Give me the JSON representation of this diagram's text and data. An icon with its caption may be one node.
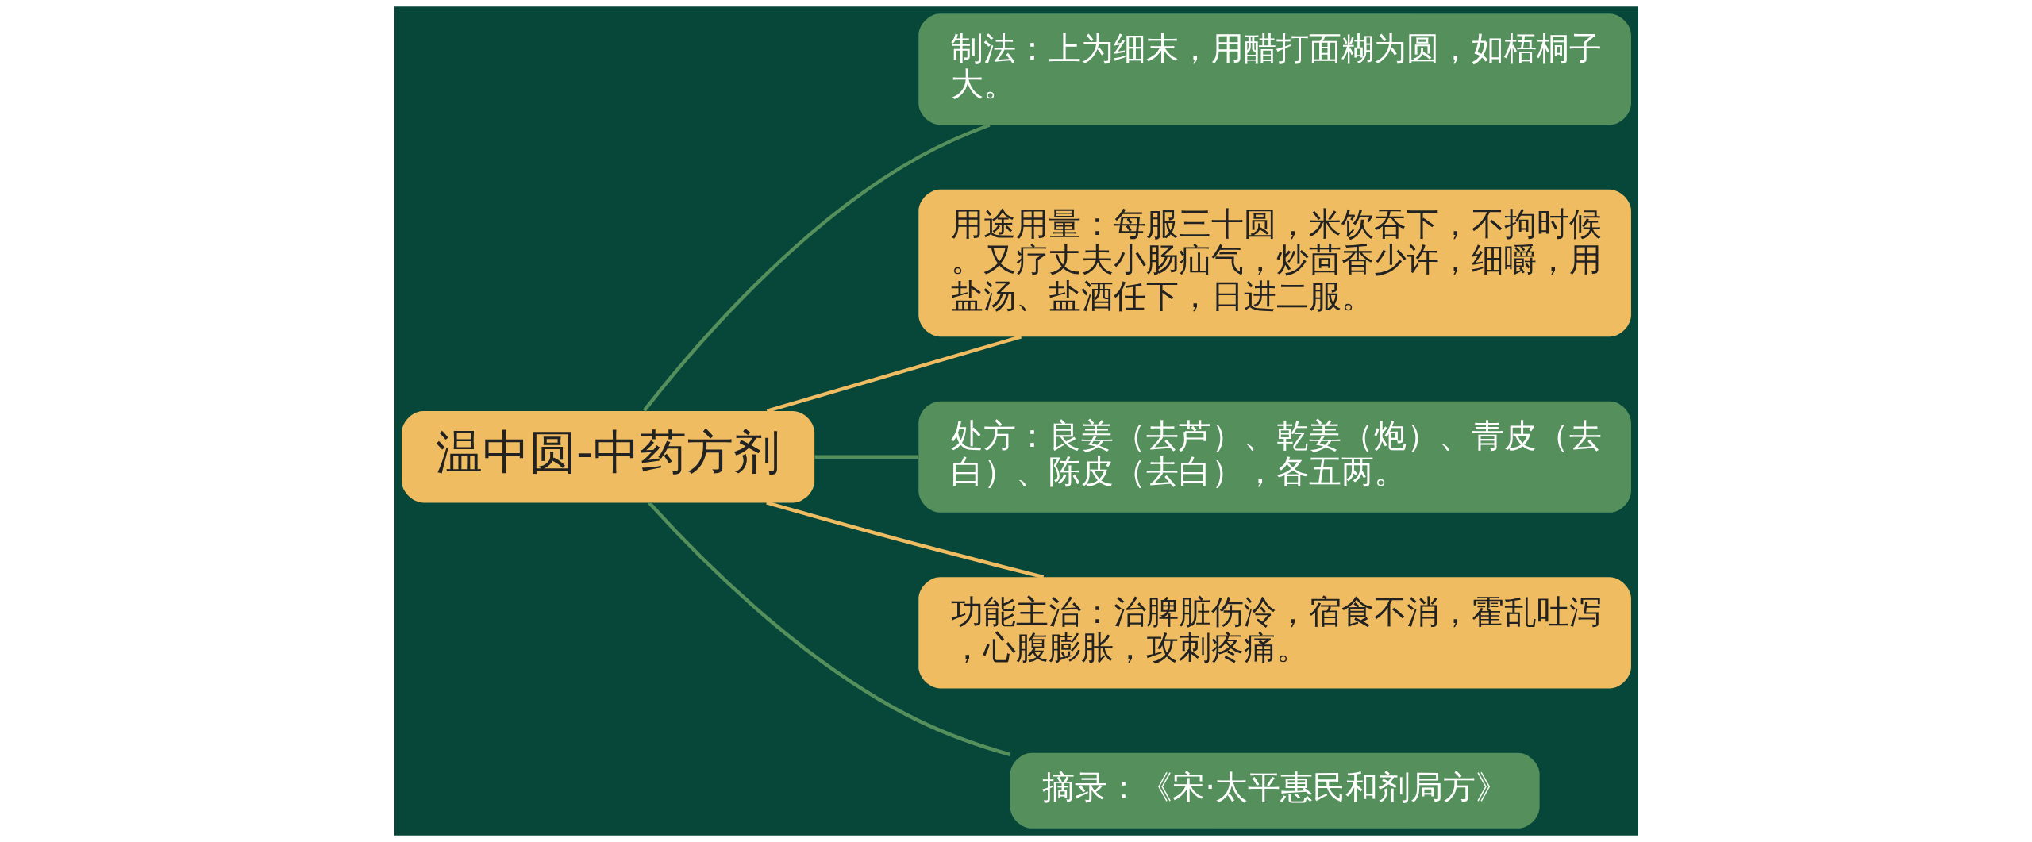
{
  "diagram": {
    "nodes": [
      {
        "text": [
          "温中圆-中药方剂"
        ]
      },
      {
        "text": [
          "制法：上为细末，用醋打面糊为圆，如梧桐子大。"
        ]
      },
      {
        "text": [
          "用途用量：每服三十圆，米饮吞下，不拘时候。又疗丈夫小肠疝气，炒茴香少许，细嚼，用盐汤、盐酒任下，日进二服。"
        ]
      },
      {
        "text": [
          "处方：良姜（去芦）、乾姜（炮）、青皮（去白）、陈皮（去白），各五两。"
        ]
      },
      {
        "text": [
          "功能主治：治脾脏伤泠，宿食不消，霍乱吐泻，心腹膨胀，攻刺疼痛。"
        ]
      },
      {
        "text": [
          "摘录：《宋·太平惠民和剂局方》"
        ]
      }
    ],
    "edges": [
      {
        "from": 0,
        "to": 1,
        "arrow": "none"
      },
      {
        "from": 0,
        "to": 2,
        "arrow": "none",
        "color": "#f0bc62"
      },
      {
        "from": 0,
        "to": 3,
        "arrow": "none"
      },
      {
        "from": 0,
        "to": 4,
        "arrow": "none",
        "color": "#f0bc62"
      },
      {
        "from": 0,
        "to": 5,
        "arrow": "none"
      }
    ]
  }
}
